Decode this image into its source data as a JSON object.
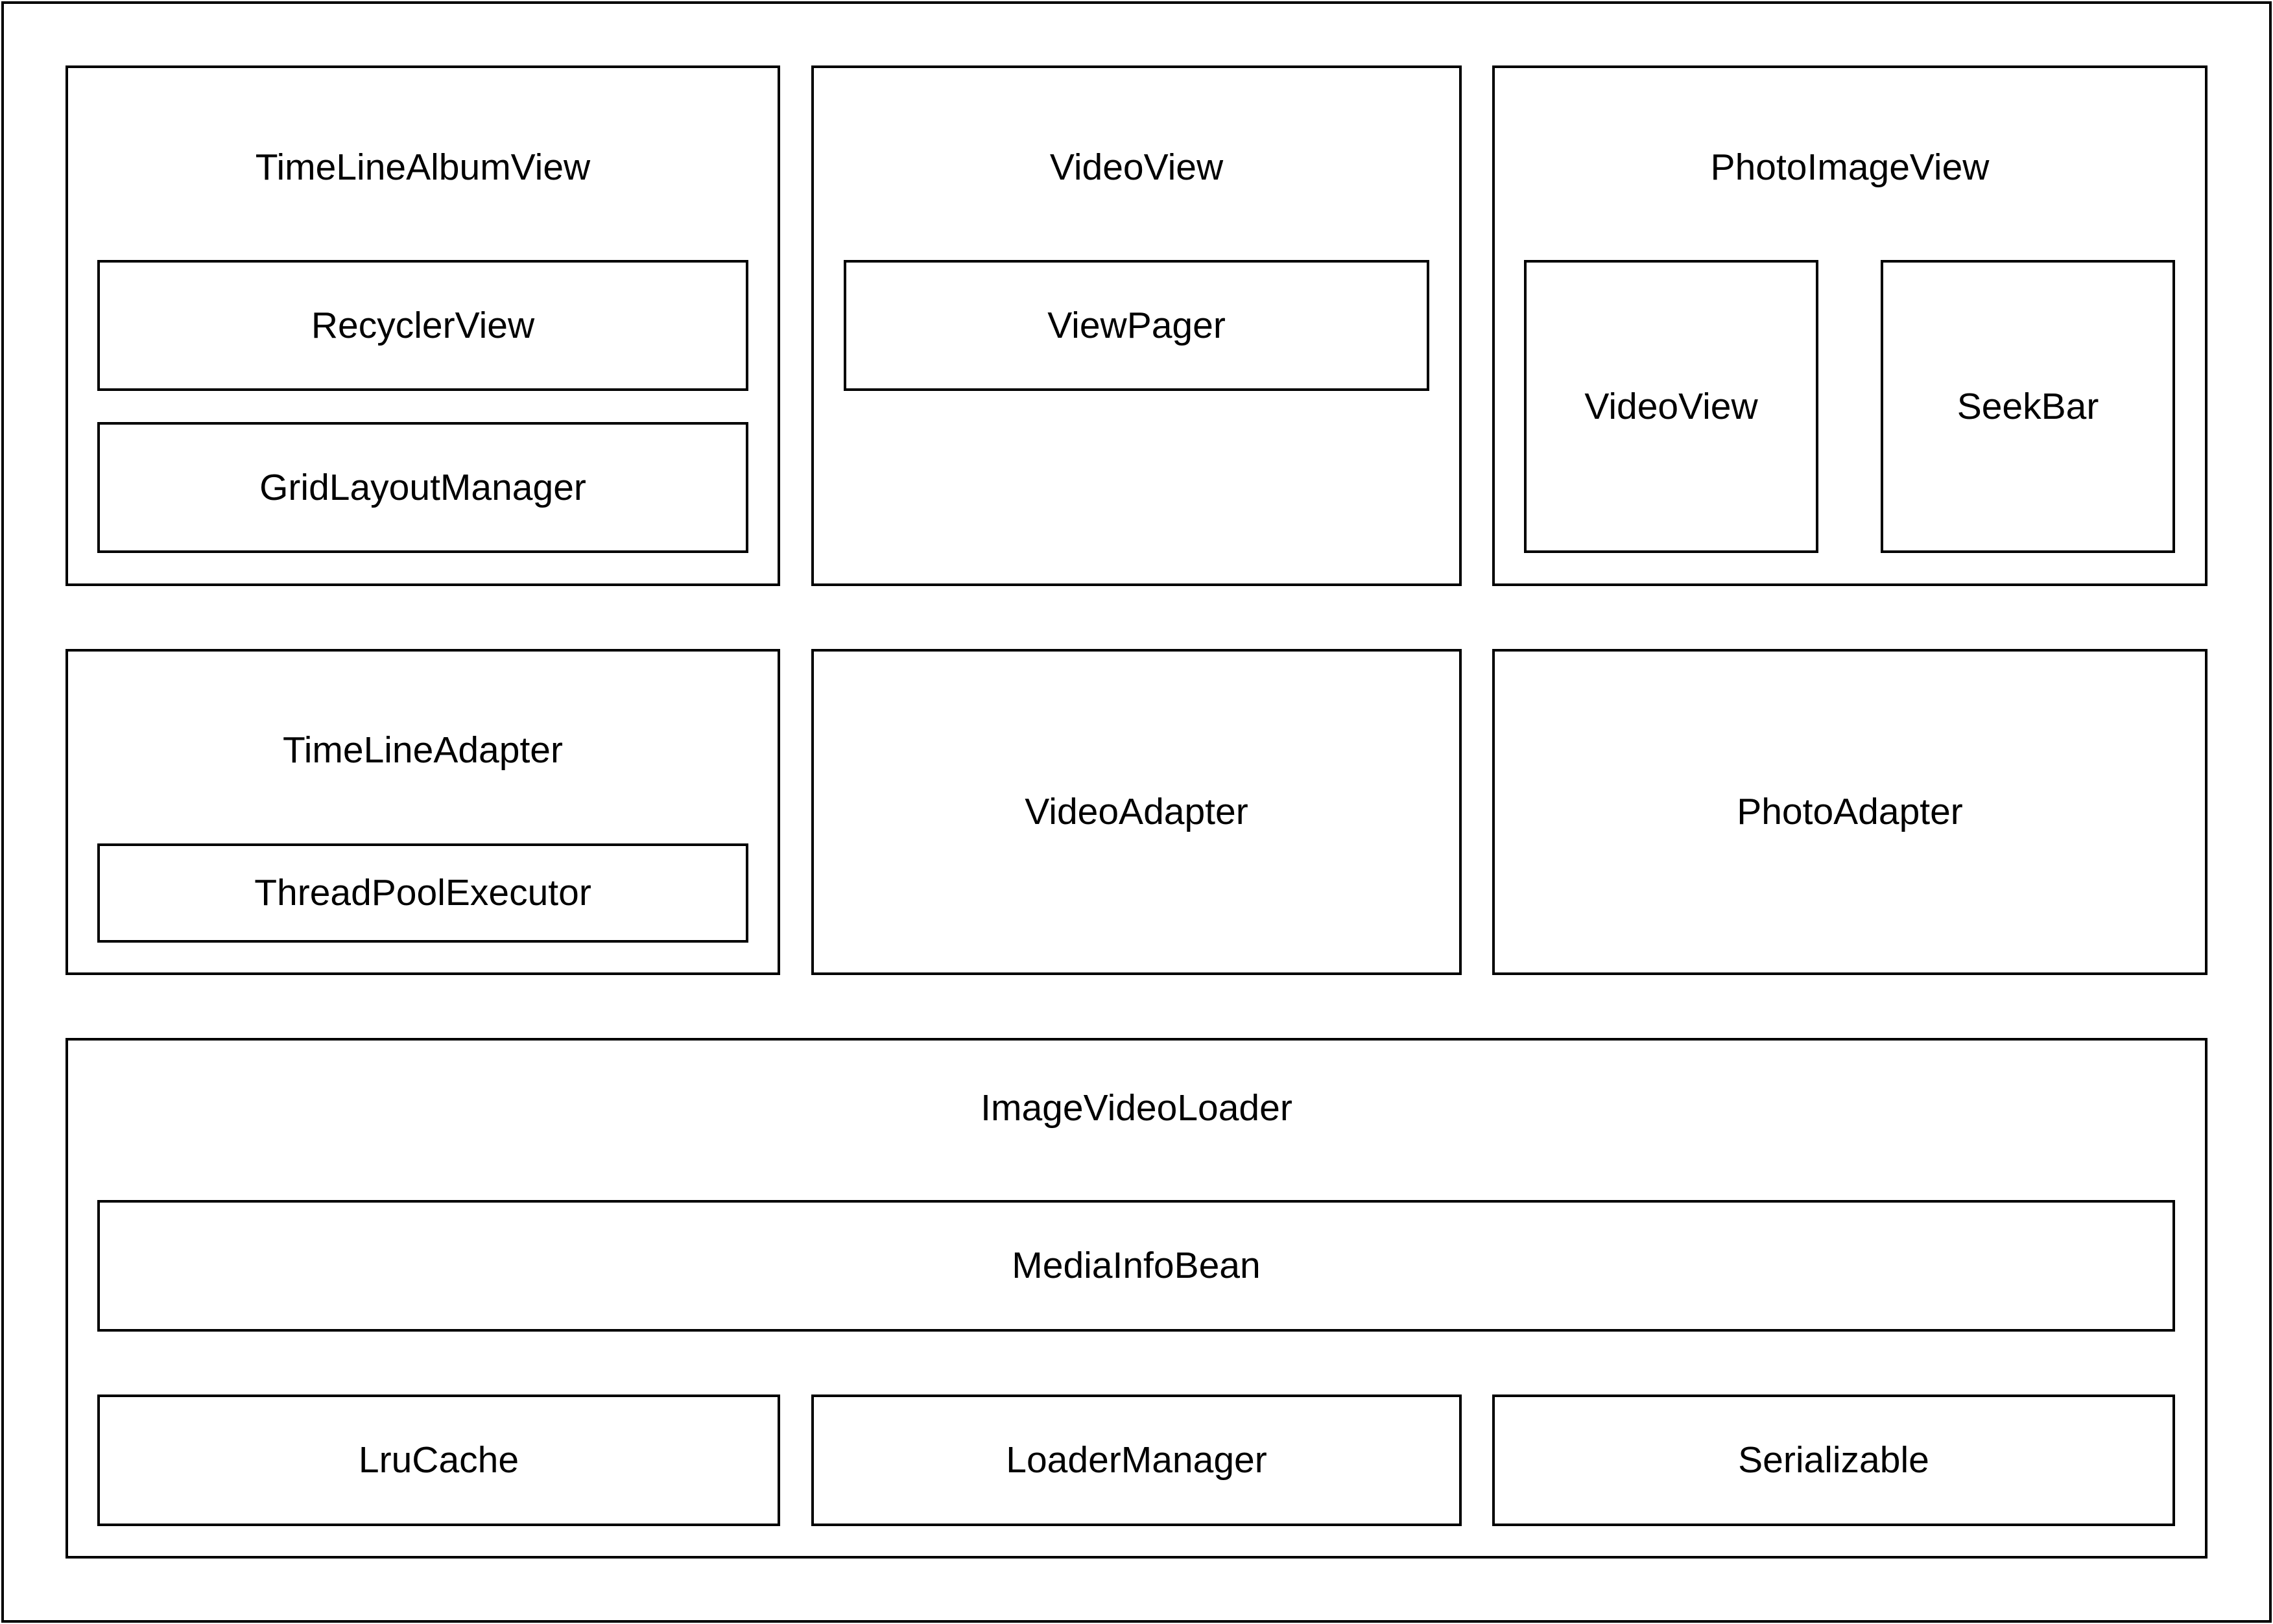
{
  "diagram": {
    "timeline_album_view": {
      "title": "TimeLineAlbumView",
      "children": [
        "RecyclerView",
        "GridLayoutManager"
      ]
    },
    "video_view": {
      "title": "VideoView",
      "children": [
        "ViewPager"
      ]
    },
    "photo_image_view": {
      "title": "PhotoImageView",
      "children": [
        "VideoView",
        "SeekBar"
      ]
    },
    "timeline_adapter": {
      "title": "TimeLineAdapter",
      "children": [
        "ThreadPoolExecutor"
      ]
    },
    "video_adapter": {
      "title": "VideoAdapter"
    },
    "photo_adapter": {
      "title": "PhotoAdapter"
    },
    "image_video_loader": {
      "title": "ImageVideoLoader",
      "children": [
        "MediaInfoBean",
        "LruCache",
        "LoaderManager",
        "Serializable"
      ]
    }
  }
}
